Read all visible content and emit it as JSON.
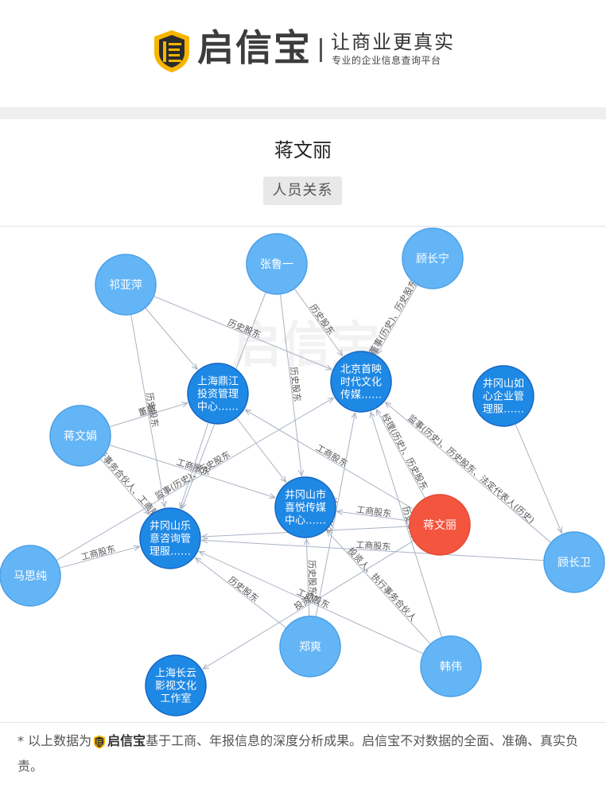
{
  "brand": {
    "name": "启信宝",
    "slogan": "让商业更真实",
    "tagline": "专业的企业信息查询平台",
    "shield_char": "信"
  },
  "person": {
    "name": "蒋文丽"
  },
  "tab": {
    "label": "人员关系"
  },
  "watermark": "启信宝",
  "colors": {
    "person_node": "#64b5f6",
    "company_node": "#1e88e5",
    "focus_node": "#f4553e",
    "edge": "#a9b3c4",
    "edge_label": "#555555"
  },
  "graph": {
    "nodes": [
      {
        "id": "qiyaping",
        "lines": [
          "祁亚萍"
        ],
        "kind": "person"
      },
      {
        "id": "zhanglu",
        "lines": [
          "张鲁一"
        ],
        "kind": "person"
      },
      {
        "id": "guchangning",
        "lines": [
          "顾长宁"
        ],
        "kind": "person"
      },
      {
        "id": "jiangwenjuan",
        "lines": [
          "蒋文娟"
        ],
        "kind": "person"
      },
      {
        "id": "masichun",
        "lines": [
          "马思纯"
        ],
        "kind": "person"
      },
      {
        "id": "guchangwei",
        "lines": [
          "顾长卫"
        ],
        "kind": "person"
      },
      {
        "id": "zhengshuang",
        "lines": [
          "郑爽"
        ],
        "kind": "person"
      },
      {
        "id": "hanwei",
        "lines": [
          "韩伟"
        ],
        "kind": "person"
      },
      {
        "id": "jiangwenli",
        "lines": [
          "蒋文丽"
        ],
        "kind": "focus"
      },
      {
        "id": "sh_dingjiang",
        "lines": [
          "上海鼎江",
          "投资管理",
          "中心……"
        ],
        "kind": "company"
      },
      {
        "id": "bj_shouying",
        "lines": [
          "北京首映",
          "时代文化",
          "传媒……"
        ],
        "kind": "company"
      },
      {
        "id": "jgs_ruxin",
        "lines": [
          "井冈山如",
          "心企业管",
          "理服……"
        ],
        "kind": "company"
      },
      {
        "id": "jgs_xiyue",
        "lines": [
          "井冈山市",
          "喜悦传媒",
          "中心……"
        ],
        "kind": "company"
      },
      {
        "id": "jgs_leyi",
        "lines": [
          "井冈山乐",
          "意咨询管",
          "理服……"
        ],
        "kind": "company"
      },
      {
        "id": "sh_changyun",
        "lines": [
          "上海长云",
          "影视文化",
          "工作室"
        ],
        "kind": "company"
      }
    ],
    "edges": [
      {
        "from": "qiyaping",
        "to": "bj_shouying",
        "label": "历史股东"
      },
      {
        "from": "qiyaping",
        "to": "jgs_leyi",
        "label": "历史股东"
      },
      {
        "from": "qiyaping",
        "to": "sh_dingjiang",
        "label": ""
      },
      {
        "from": "zhanglu",
        "to": "bj_shouying",
        "label": "历史股东"
      },
      {
        "from": "zhanglu",
        "to": "jgs_xiyue",
        "label": "历史股东"
      },
      {
        "from": "zhanglu",
        "to": "jgs_leyi",
        "label": ""
      },
      {
        "from": "guchangning",
        "to": "bj_shouying",
        "label": "董事(历史)、历史股东"
      },
      {
        "from": "jiangwenjuan",
        "to": "sh_dingjiang",
        "label": "董事"
      },
      {
        "from": "jiangwenjuan",
        "to": "jgs_xiyue",
        "label": "工商股东"
      },
      {
        "from": "jiangwenjuan",
        "to": "jgs_leyi",
        "label": "执行事务合伙人、工商股东"
      },
      {
        "from": "masichun",
        "to": "jgs_leyi",
        "label": "工商股东"
      },
      {
        "from": "masichun",
        "to": "bj_shouying",
        "label": "监事(历史)、历史股东"
      },
      {
        "from": "jiangwenli",
        "to": "bj_shouying",
        "label": "经理(历史)、历史股东"
      },
      {
        "from": "jiangwenli",
        "to": "jgs_xiyue",
        "label": "工商股东"
      },
      {
        "from": "jiangwenli",
        "to": "jgs_leyi",
        "label": "工商股东"
      },
      {
        "from": "jiangwenli",
        "to": "sh_dingjiang",
        "label": "工商股东"
      },
      {
        "from": "jiangwenli",
        "to": "sh_changyun",
        "label": "投资人"
      },
      {
        "from": "guchangwei",
        "to": "bj_shouying",
        "label": "监事(历史)、历史股东、法定代表人(历史)"
      },
      {
        "from": "guchangwei",
        "to": "jgs_leyi",
        "label": "工商股东"
      },
      {
        "from": "zhengshuang",
        "to": "jgs_xiyue",
        "label": "历史股东"
      },
      {
        "from": "zhengshuang",
        "to": "bj_shouying",
        "label": "历史股东"
      },
      {
        "from": "zhengshuang",
        "to": "jgs_leyi",
        "label": "历史股东"
      },
      {
        "from": "hanwei",
        "to": "jgs_xiyue",
        "label": "投资人、执行事务合伙人"
      },
      {
        "from": "hanwei",
        "to": "bj_shouying",
        "label": "历史股东"
      },
      {
        "from": "hanwei",
        "to": "jgs_leyi",
        "label": "工商股东"
      },
      {
        "from": "sh_dingjiang",
        "to": "jgs_xiyue",
        "label": ""
      },
      {
        "from": "sh_dingjiang",
        "to": "jgs_leyi",
        "label": ""
      },
      {
        "from": "jgs_ruxin",
        "to": "guchangwei",
        "label": ""
      }
    ]
  },
  "footer": {
    "prefix": "* 以上数据为",
    "brand": "启信宝",
    "suffix": "基于工商、年报信息的深度分析成果。启信宝不对数据的全面、准确、真实负责。"
  }
}
